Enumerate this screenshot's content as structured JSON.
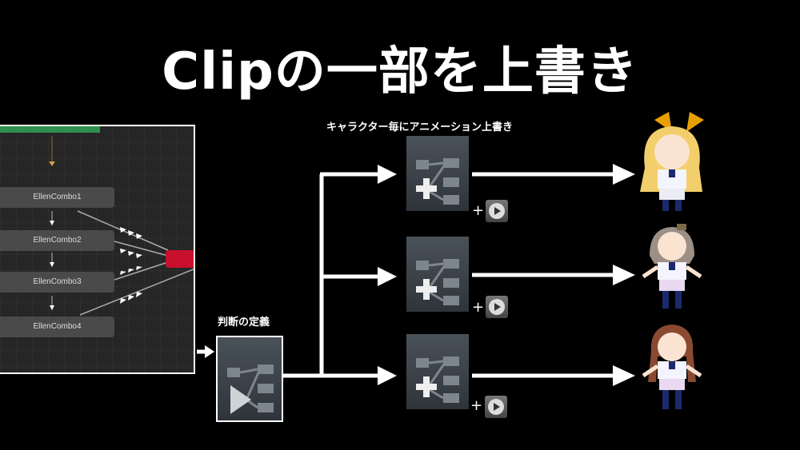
{
  "title": "Clipの一部を上書き",
  "label_top": "キャラクター毎にアニメーション上書き",
  "label_judgement": "判断の定義",
  "graph": {
    "nodes": [
      "EllenCombo1",
      "EllenCombo2",
      "EllenCombo3",
      "EllenCombo4"
    ]
  },
  "rows": [
    {
      "plus": "+",
      "character": "blonde-twin-tail-character"
    },
    {
      "plus": "+",
      "character": "gray-hair-character"
    },
    {
      "plus": "+",
      "character": "brown-hair-character"
    }
  ],
  "colors": {
    "background": "#000000",
    "arrow": "#ffffff",
    "red_node": "#c8102e",
    "green_bar": "#2f8f4e"
  }
}
